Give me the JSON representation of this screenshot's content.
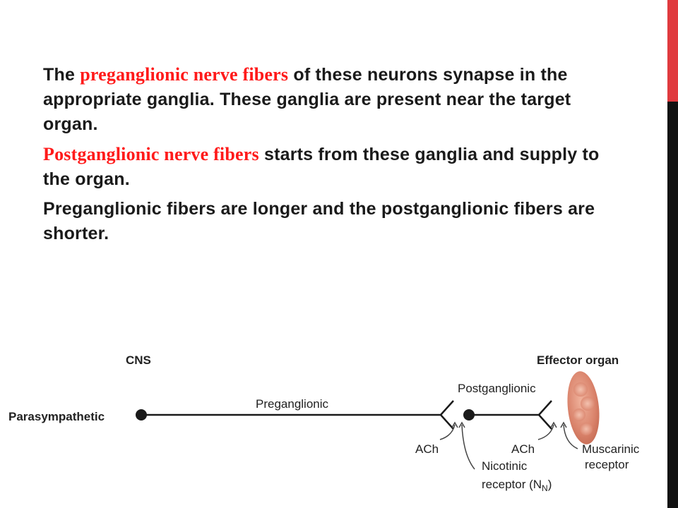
{
  "slide": {
    "paragraph_1": {
      "prefix": "The",
      "highlight": "preganglionic nerve fibers",
      "suffix": "of these neurons synapse in the appropriate ganglia. These ganglia are present near the target organ."
    },
    "paragraph_2": {
      "highlight": "Postganglionic nerve fibers",
      "suffix": "starts from these ganglia and supply to the organ."
    },
    "paragraph_3": "Preganglionic fibers are longer and the postganglionic fibers are shorter.",
    "colors": {
      "highlight": "#ff1a1a",
      "side_bar": "#111111",
      "side_accent": "#e03a3e",
      "organ": "#d9826a"
    }
  },
  "diagram": {
    "cns_label": "CNS",
    "effector_label": "Effector organ",
    "system_label": "Parasympathetic",
    "preganglionic_label": "Preganglionic",
    "postganglionic_label": "Postganglionic",
    "ach_label_1": "ACh",
    "ach_label_2": "ACh",
    "nicotinic_label_line1": "Nicotinic",
    "nicotinic_label_line2": "receptor (N",
    "nicotinic_subscript": "N",
    "nicotinic_close": ")",
    "muscarinic_label_line1": "Muscarinic",
    "muscarinic_label_line2": "receptor"
  }
}
